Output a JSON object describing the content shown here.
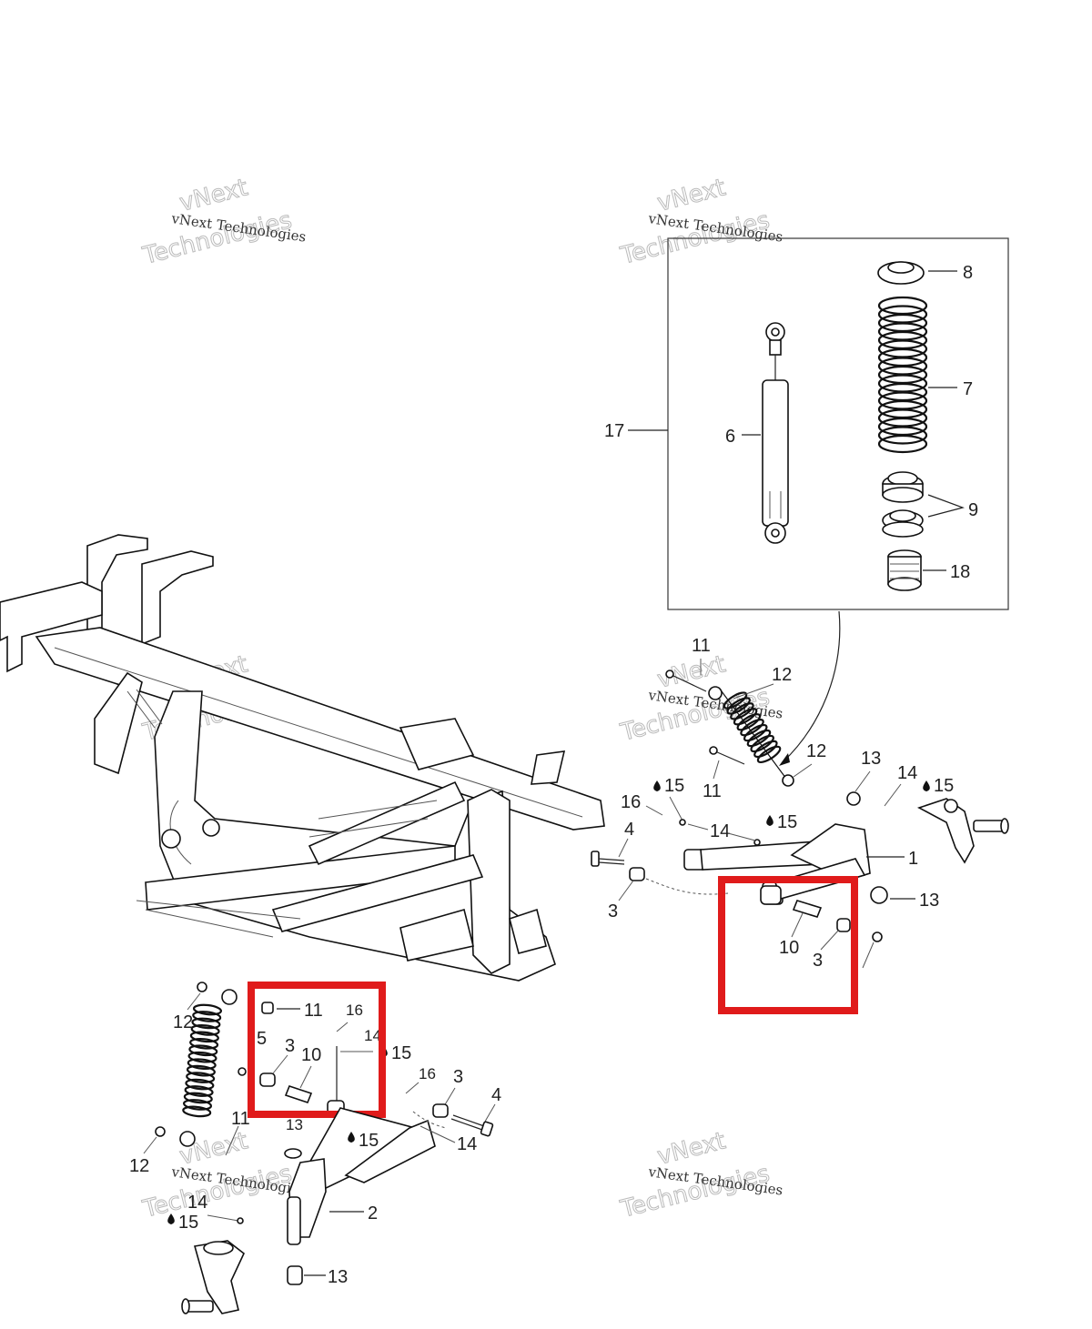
{
  "watermark": {
    "line1": "vNext Technologies",
    "line2": "vNext",
    "line3": "Technologies"
  },
  "callouts": {
    "c1": "1",
    "c2": "2",
    "c3": "3",
    "c4": "4",
    "c5": "5",
    "c6": "6",
    "c7": "7",
    "c8": "8",
    "c9": "9",
    "c10": "10",
    "c11": "11",
    "c12": "12",
    "c13": "13",
    "c14": "14",
    "c15": "15",
    "c16": "16",
    "c17": "17",
    "c18": "18"
  },
  "colors": {
    "highlight": "#e01b1b",
    "ink": "#111111",
    "background": "#ffffff"
  }
}
